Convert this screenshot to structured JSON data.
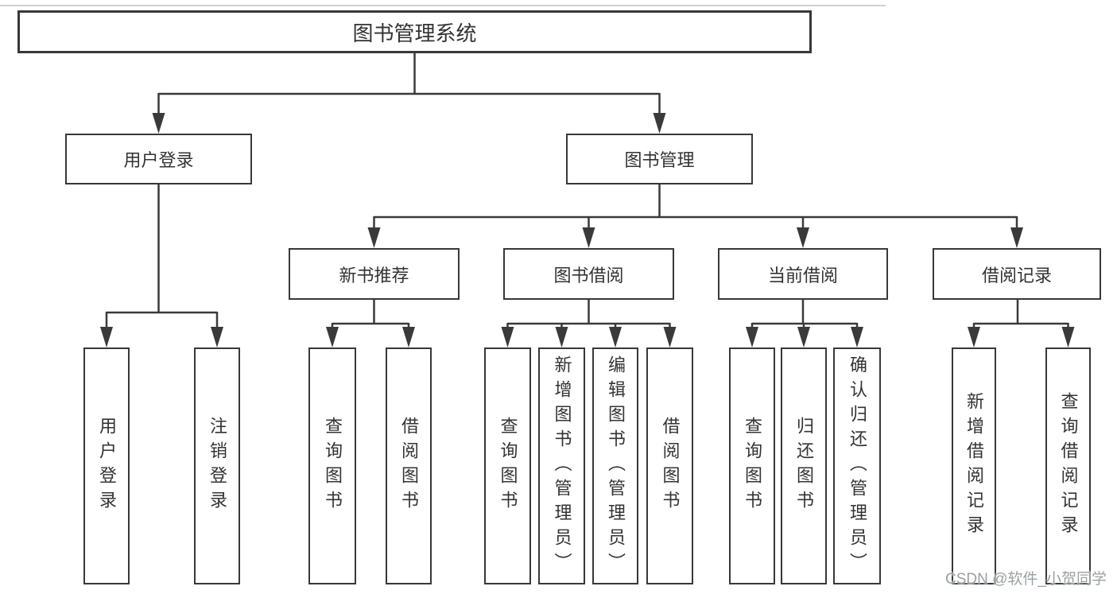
{
  "colors": {
    "line": "#3a3a3a",
    "box_border": "#383838",
    "text": "#333333",
    "background": "#ffffff",
    "watermark": "#9aa0a5"
  },
  "watermark": {
    "text": "CSDN @软件_小贺同学"
  },
  "tree": {
    "label": "图书管理系统",
    "children": [
      {
        "label": "用户登录",
        "children": [
          {
            "label": "用户登录"
          },
          {
            "label": "注销登录"
          }
        ]
      },
      {
        "label": "图书管理",
        "children": [
          {
            "label": "新书推荐",
            "children": [
              {
                "label": "查询图书"
              },
              {
                "label": "借阅图书"
              }
            ]
          },
          {
            "label": "图书借阅",
            "children": [
              {
                "label": "查询图书"
              },
              {
                "label": "新增图书（管理员）"
              },
              {
                "label": "编辑图书（管理员）"
              },
              {
                "label": "借阅图书"
              }
            ]
          },
          {
            "label": "当前借阅",
            "children": [
              {
                "label": "查询图书"
              },
              {
                "label": "归还图书"
              },
              {
                "label": "确认归还（管理员）"
              }
            ]
          },
          {
            "label": "借阅记录",
            "children": [
              {
                "label": "新增借阅记录"
              },
              {
                "label": "查询借阅记录"
              }
            ]
          }
        ]
      }
    ]
  }
}
